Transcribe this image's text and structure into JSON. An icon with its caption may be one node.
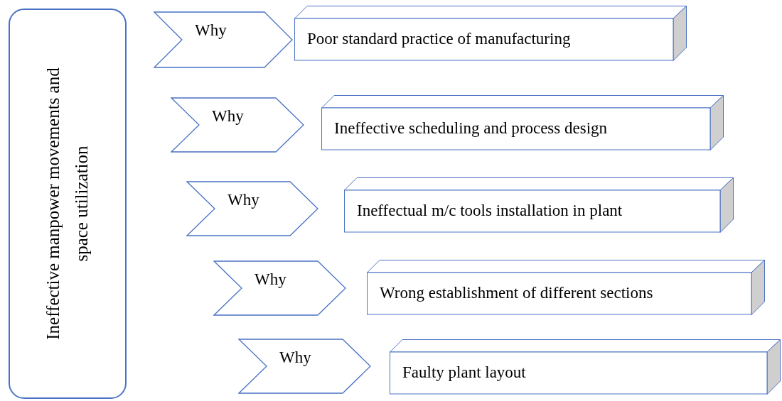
{
  "diagram": {
    "nodes": [
      {
        "text": [
          "Ineffective manpower movements and space utilization"
        ]
      },
      {
        "text": [
          "Why"
        ]
      },
      {
        "text": [
          "Poor standard practice of manufacturing"
        ]
      },
      {
        "text": [
          "Why"
        ]
      },
      {
        "text": [
          "Ineffective scheduling and process design"
        ]
      },
      {
        "text": [
          "Why"
        ]
      },
      {
        "text": [
          "Ineffectual m/c tools installation in plant"
        ]
      },
      {
        "text": [
          "Why"
        ]
      },
      {
        "text": [
          "Wrong establishment of different sections"
        ]
      },
      {
        "text": [
          "Why"
        ]
      },
      {
        "text": [
          "Faulty plant layout"
        ]
      }
    ]
  }
}
